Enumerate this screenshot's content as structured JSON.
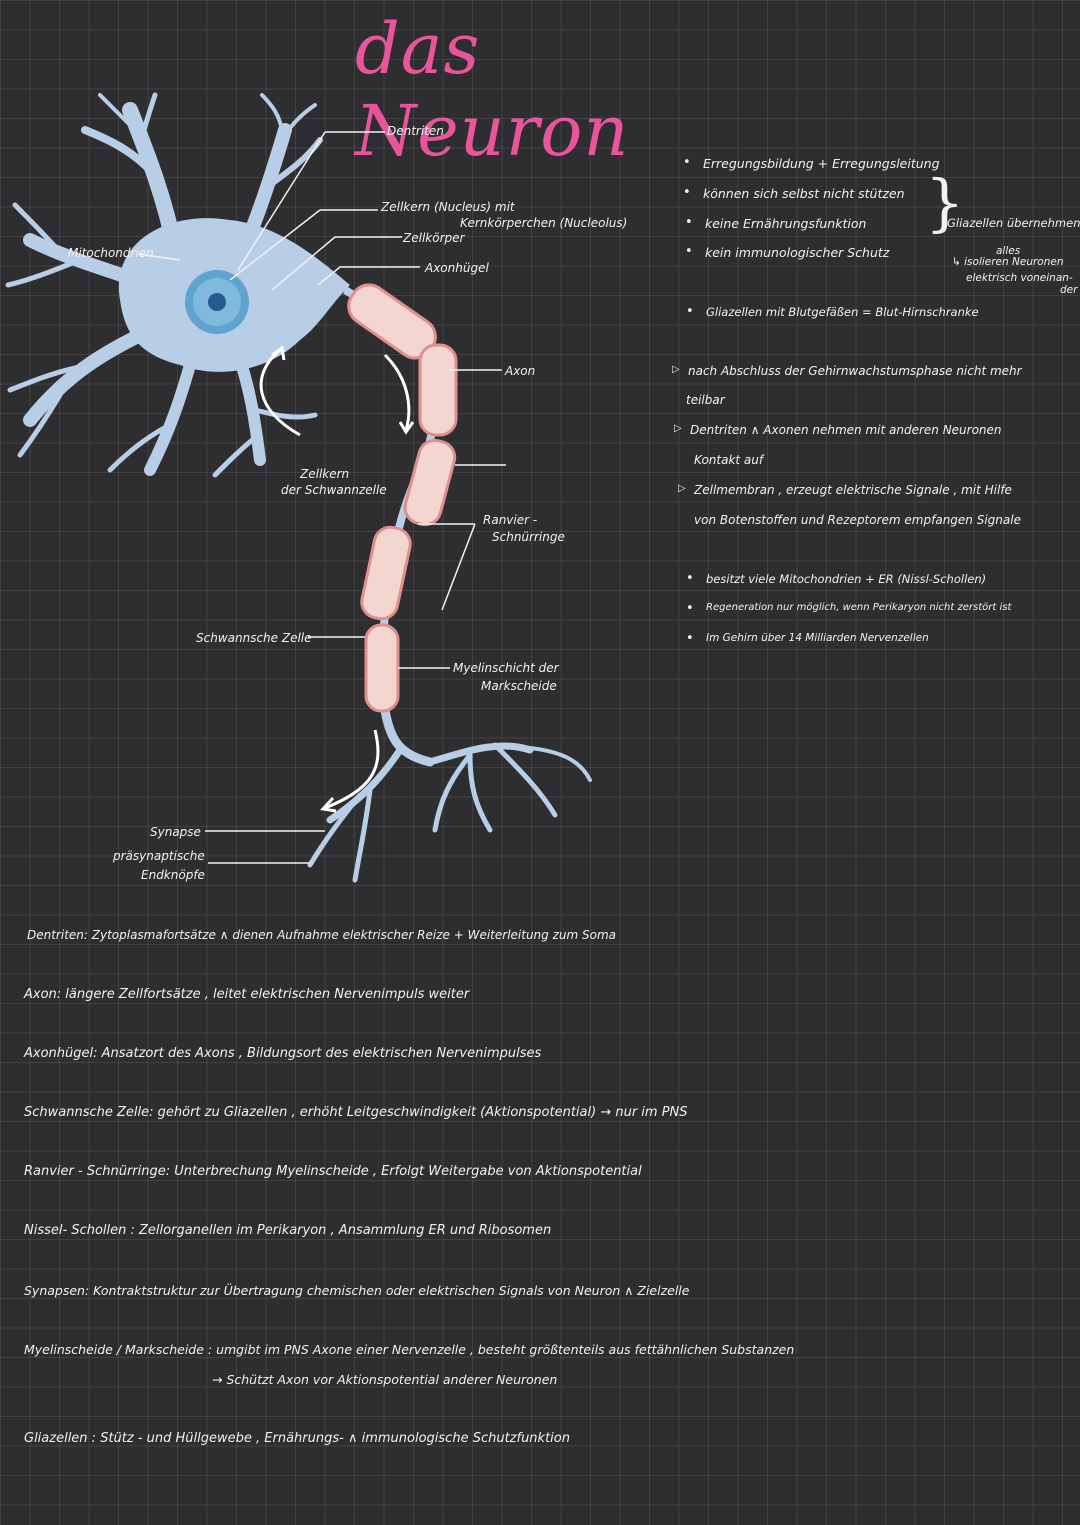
{
  "title": "das Neuron",
  "diagram": {
    "labels": {
      "dendriten": "Dentriten",
      "zellkern": "Zellkern (Nucleus) mit",
      "kernkoerperchen": "Kernkörperchen (Nucleolus)",
      "zellkoerper": "Zellkörper",
      "axonhuegel": "Axonhügel",
      "mitochondrien": "Mitochondrien",
      "axon": "Axon",
      "zellkern_schwann_1": "Zellkern",
      "zellkern_schwann_2": "der Schwannzelle",
      "ranvier_1": "Ranvier -",
      "ranvier_2": "Schnürringe",
      "schwannsche_zelle": "Schwannsche Zelle",
      "myelin_1": "Myelinschicht der",
      "myelin_2": "Markscheide",
      "synapse": "Synapse",
      "endknoepfe_1": "präsynaptische",
      "endknoepfe_2": "Endknöpfe"
    },
    "colors": {
      "neuron_body": "#b8cde6",
      "nucleus": "#5fa3cf",
      "myelin_fill": "#f4d6d0",
      "myelin_stroke": "#e08f8f",
      "title": "#e8559a"
    }
  },
  "notes": {
    "bullets_top": [
      "Erregungsbildung + Erregungsleitung",
      "können sich selbst nicht stützen",
      "keine Ernährungsfunktion",
      "kein immunologischer Schutz"
    ],
    "brace_text_1": "Gliazellen übernehmen",
    "brace_text_2": "alles",
    "brace_text_3": "↳ isolieren Neuronen",
    "brace_text_4": "elektrisch voneinan-",
    "brace_text_5": "der",
    "bullet_glia": "Gliazellen mit Blutgefäßen = Blut-Hirnschranke",
    "arrows": [
      "nach Abschluss der Gehirnwachstumsphase nicht mehr",
      "teilbar",
      "Dentriten ∧ Axonen nehmen mit anderen Neuronen",
      "Kontakt auf",
      "Zellmembran , erzeugt elektrische Signale , mit Hilfe",
      "von Botenstoffen und Rezeptorem empfangen Signale"
    ],
    "bullets_bottom": [
      "besitzt viele Mitochondrien + ER (Nissl-Schollen)",
      "Regeneration nur möglich, wenn Perikaryon nicht zerstört ist",
      "Im Gehirn über 14 Milliarden Nervenzellen"
    ]
  },
  "definitions": [
    "Dentriten: Zytoplasmafortsätze ∧ dienen Aufnahme elektrischer Reize + Weiterleitung zum Soma",
    "Axon: längere Zellfortsätze , leitet elektrischen Nervenimpuls weiter",
    "Axonhügel: Ansatzort des Axons , Bildungsort des elektrischen Nervenimpulses",
    "Schwannsche Zelle: gehört zu Gliazellen , erhöht Leitgeschwindigkeit (Aktionspotential) → nur im PNS",
    "Ranvier - Schnürringe: Unterbrechung Myelinscheide , Erfolgt Weitergabe von Aktionspotential",
    "Nissel- Schollen : Zellorganellen im Perikaryon , Ansammlung ER und Ribosomen",
    "Synapsen: Kontraktstruktur zur Übertragung chemischen oder elektrischen Signals von Neuron ∧ Zielzelle",
    "Myelinscheide / Markscheide : umgibt im PNS Axone einer Nervenzelle , besteht größtenteils aus fettähnlichen Substanzen",
    "→ Schützt Axon vor Aktionspotential anderer Neuronen",
    "Gliazellen : Stütz - und Hüllgewebe , Ernährungs- ∧ immunologische Schutzfunktion"
  ]
}
